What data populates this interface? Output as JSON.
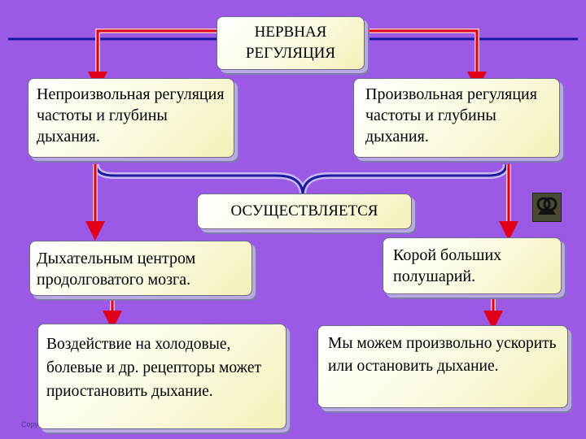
{
  "title": "НЕРВНАЯ\nРЕГУЛЯЦИЯ",
  "involuntary": "Непроизвольная регуляция частоты и глубины дыхания.",
  "voluntary": "Произвольная регуляция частоты и глубины дыхания.",
  "implements": "ОСУЩЕСТВЛЯЕТСЯ",
  "resp_center": "Дыхательным центром продолговатого мозга.",
  "cortex": "Корой больших полушарий.",
  "receptors": "Воздействие на холодовые, болевые и др. рецепторы может приостановить дыхание.",
  "can_stop": "Мы можем произвольно ускорить или остановить дыхание.",
  "copyright": "Copy",
  "icon": "control-icon",
  "colors": {
    "background": "#9b59e6",
    "arrow": "#e0001a",
    "line": "#1a1aa0"
  }
}
